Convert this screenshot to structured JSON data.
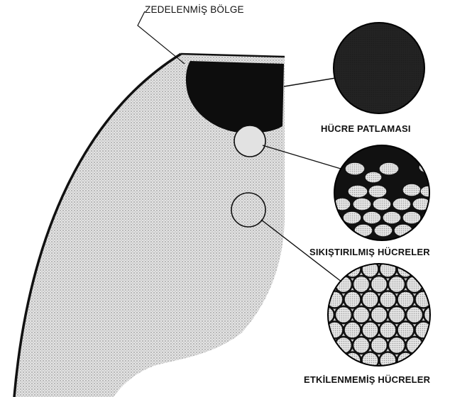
{
  "labels": {
    "damaged_zone": "ZEDELENMİŞ BÖLGE",
    "cell_burst": "HÜCRE PATLAMASI",
    "compressed_cells": "SIKIŞTIRILMIŞ HÜCRELER",
    "unaffected_cells": "ETKİLENMEMİŞ HÜCRELER"
  },
  "colors": {
    "ink": "#111111",
    "tissue_fill": "#dcdcdc",
    "cell_fill": "#d9d9d9",
    "damage_fill": "#0d0d0d"
  }
}
